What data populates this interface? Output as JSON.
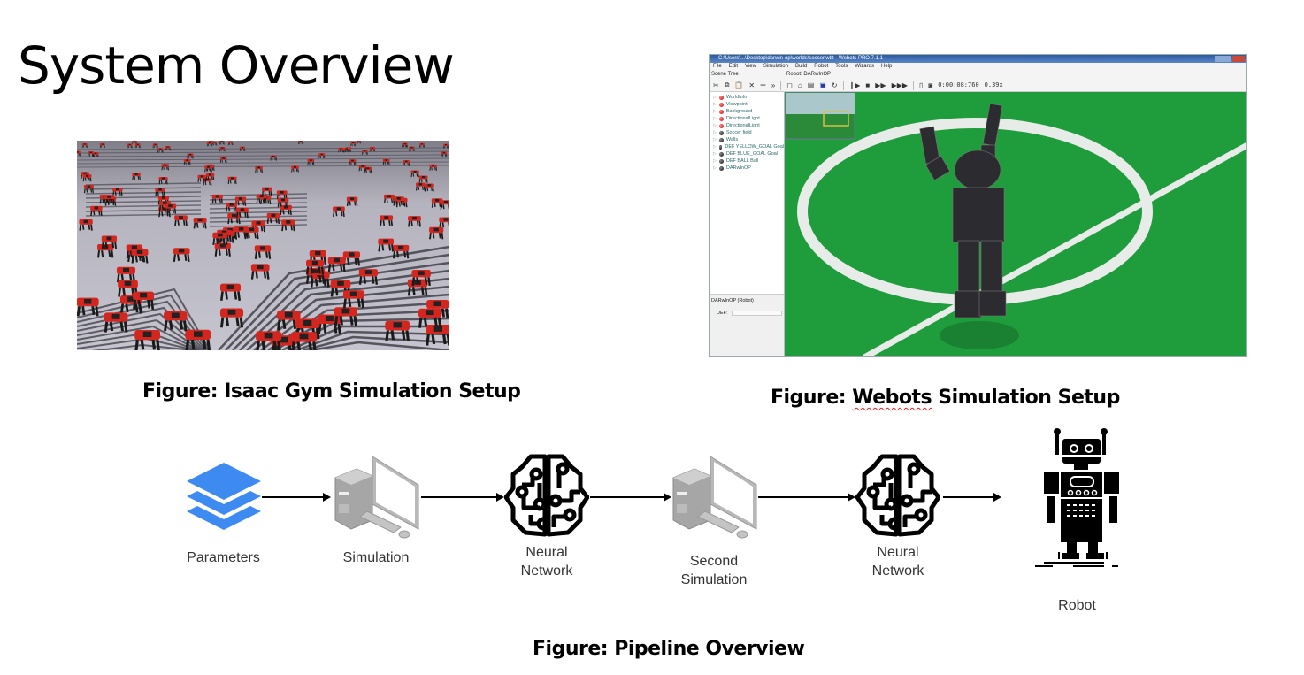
{
  "slide": {
    "title": "System Overview"
  },
  "figures": {
    "isaac": {
      "caption": "Figure: Isaac Gym Simulation Setup",
      "image_description": "Many red quadruped robots walking on grey stepped terrain"
    },
    "webots": {
      "caption_prefix": "Figure: ",
      "caption_spellcheck_word": "Webots",
      "caption_suffix": " Simulation Setup",
      "window": {
        "title": "C:\\Users\\...\\Desktop\\darwin-op\\worlds\\soccer.wbt - Webots PRO 7.1.1",
        "menu": [
          "File",
          "Edit",
          "View",
          "Simulation",
          "Build",
          "Robot",
          "Tools",
          "Wizards",
          "Help"
        ],
        "scene_tree_label": "Scene Tree",
        "robot_label": "Robot: DARwInOP",
        "sim_time": "0:00:08:760",
        "speed": "0.39x",
        "scene_tree": [
          {
            "label": "WorldInfo",
            "dot": "red"
          },
          {
            "label": "Viewpoint",
            "dot": "red"
          },
          {
            "label": "Background",
            "dot": "red"
          },
          {
            "label": "DirectionalLight",
            "dot": "red"
          },
          {
            "label": "DirectionalLight",
            "dot": "red"
          },
          {
            "label": "Soccer field",
            "dot": "dark"
          },
          {
            "label": "Walls",
            "dot": "dark"
          },
          {
            "label": "DEF YELLOW_GOAL Goal",
            "dot": "dark"
          },
          {
            "label": "DEF BLUE_GOAL Goal",
            "dot": "dark"
          },
          {
            "label": "DEF BALL Ball",
            "dot": "dark"
          },
          {
            "label": "DARwInOP",
            "dot": "dark"
          }
        ],
        "props_title": "DARwInOP (Robot)",
        "props_def_label": "DEF:",
        "props_def_value": ""
      }
    },
    "pipeline": {
      "caption": "Figure: Pipeline Overview",
      "nodes": [
        {
          "id": "parameters",
          "label": "Parameters",
          "icon": "layers-icon",
          "color": "#3d8bf0"
        },
        {
          "id": "simulation",
          "label": "Simulation",
          "icon": "desktop-computer-icon"
        },
        {
          "id": "neural-network-1",
          "label": "Neural Network",
          "icon": "circuit-brain-icon"
        },
        {
          "id": "second-simulation",
          "label": "Second Simulation",
          "icon": "desktop-computer-icon"
        },
        {
          "id": "neural-network-2",
          "label": "Neural Network",
          "icon": "circuit-brain-icon"
        },
        {
          "id": "robot",
          "label": "Robot",
          "icon": "robot-icon"
        }
      ]
    }
  }
}
